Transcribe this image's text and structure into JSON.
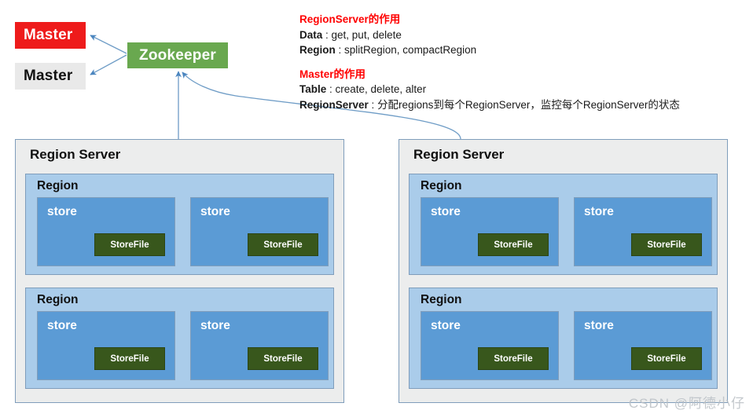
{
  "nodes": {
    "master_active": "Master",
    "master_standby": "Master",
    "zookeeper": "Zookeeper"
  },
  "colors": {
    "master_active_bg": "#ee1b1b",
    "master_standby_bg": "#e9e9e9",
    "zookeeper_bg": "#69a84f",
    "region_server_bg": "#eceded",
    "region_bg": "#aaccea",
    "store_bg": "#5b9bd5",
    "storefile_bg": "#38571c",
    "border": "#7f9dbb",
    "arrow": "#5b8fc0",
    "heading_text": "#ff0000"
  },
  "annotations": {
    "block1": {
      "heading": "RegionServer的作用",
      "lines": [
        {
          "label": "Data",
          "sep": " : ",
          "text": "get, put, delete"
        },
        {
          "label": "Region",
          "sep": " : ",
          "text": "splitRegion, compactRegion"
        }
      ]
    },
    "block2": {
      "heading": "Master的作用",
      "lines": [
        {
          "label": "Table",
          "sep": " : ",
          "text": "create, delete, alter"
        },
        {
          "label": "RegionServer",
          "sep": " : ",
          "text": "分配regions到每个RegionServer，监控每个RegionServer的状态"
        }
      ]
    }
  },
  "region_servers": [
    {
      "title": "Region Server",
      "regions": [
        {
          "title": "Region",
          "stores": [
            {
              "title": "store",
              "storefile": "StoreFile"
            },
            {
              "title": "store",
              "storefile": "StoreFile"
            }
          ]
        },
        {
          "title": "Region",
          "stores": [
            {
              "title": "store",
              "storefile": "StoreFile"
            },
            {
              "title": "store",
              "storefile": "StoreFile"
            }
          ]
        }
      ]
    },
    {
      "title": "Region Server",
      "regions": [
        {
          "title": "Region",
          "stores": [
            {
              "title": "store",
              "storefile": "StoreFile"
            },
            {
              "title": "store",
              "storefile": "StoreFile"
            }
          ]
        },
        {
          "title": "Region",
          "stores": [
            {
              "title": "store",
              "storefile": "StoreFile"
            },
            {
              "title": "store",
              "storefile": "StoreFile"
            }
          ]
        }
      ]
    }
  ],
  "watermark": "CSDN @阿德小仔"
}
